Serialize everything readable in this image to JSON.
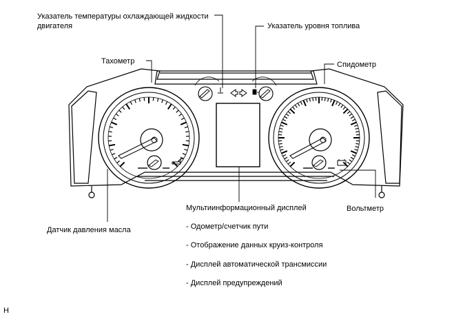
{
  "labels": {
    "coolant_temp": "Указатель температуры охлаждающей жидкости двигателя",
    "fuel_gauge": "Указатель уровня топлива",
    "tachometer": "Тахометр",
    "speedometer": "Спидометр",
    "oil_pressure": "Датчик давления масла",
    "multi_display": "Мультиинформационный дисплей",
    "voltmeter": "Вольтметр"
  },
  "display_items": [
    "- Одометр/счетчик пути",
    "- Отображение данных круиз-контроля",
    "- Дисплей автоматической трансмиссии",
    "- Дисплей предупреждений"
  ],
  "figure_code": "H",
  "icons": [
    "coolant-temperature-icon",
    "fuel-pump-icon",
    "oil-can-icon",
    "battery-icon",
    "turn-signal-left-icon",
    "turn-signal-right-icon"
  ]
}
